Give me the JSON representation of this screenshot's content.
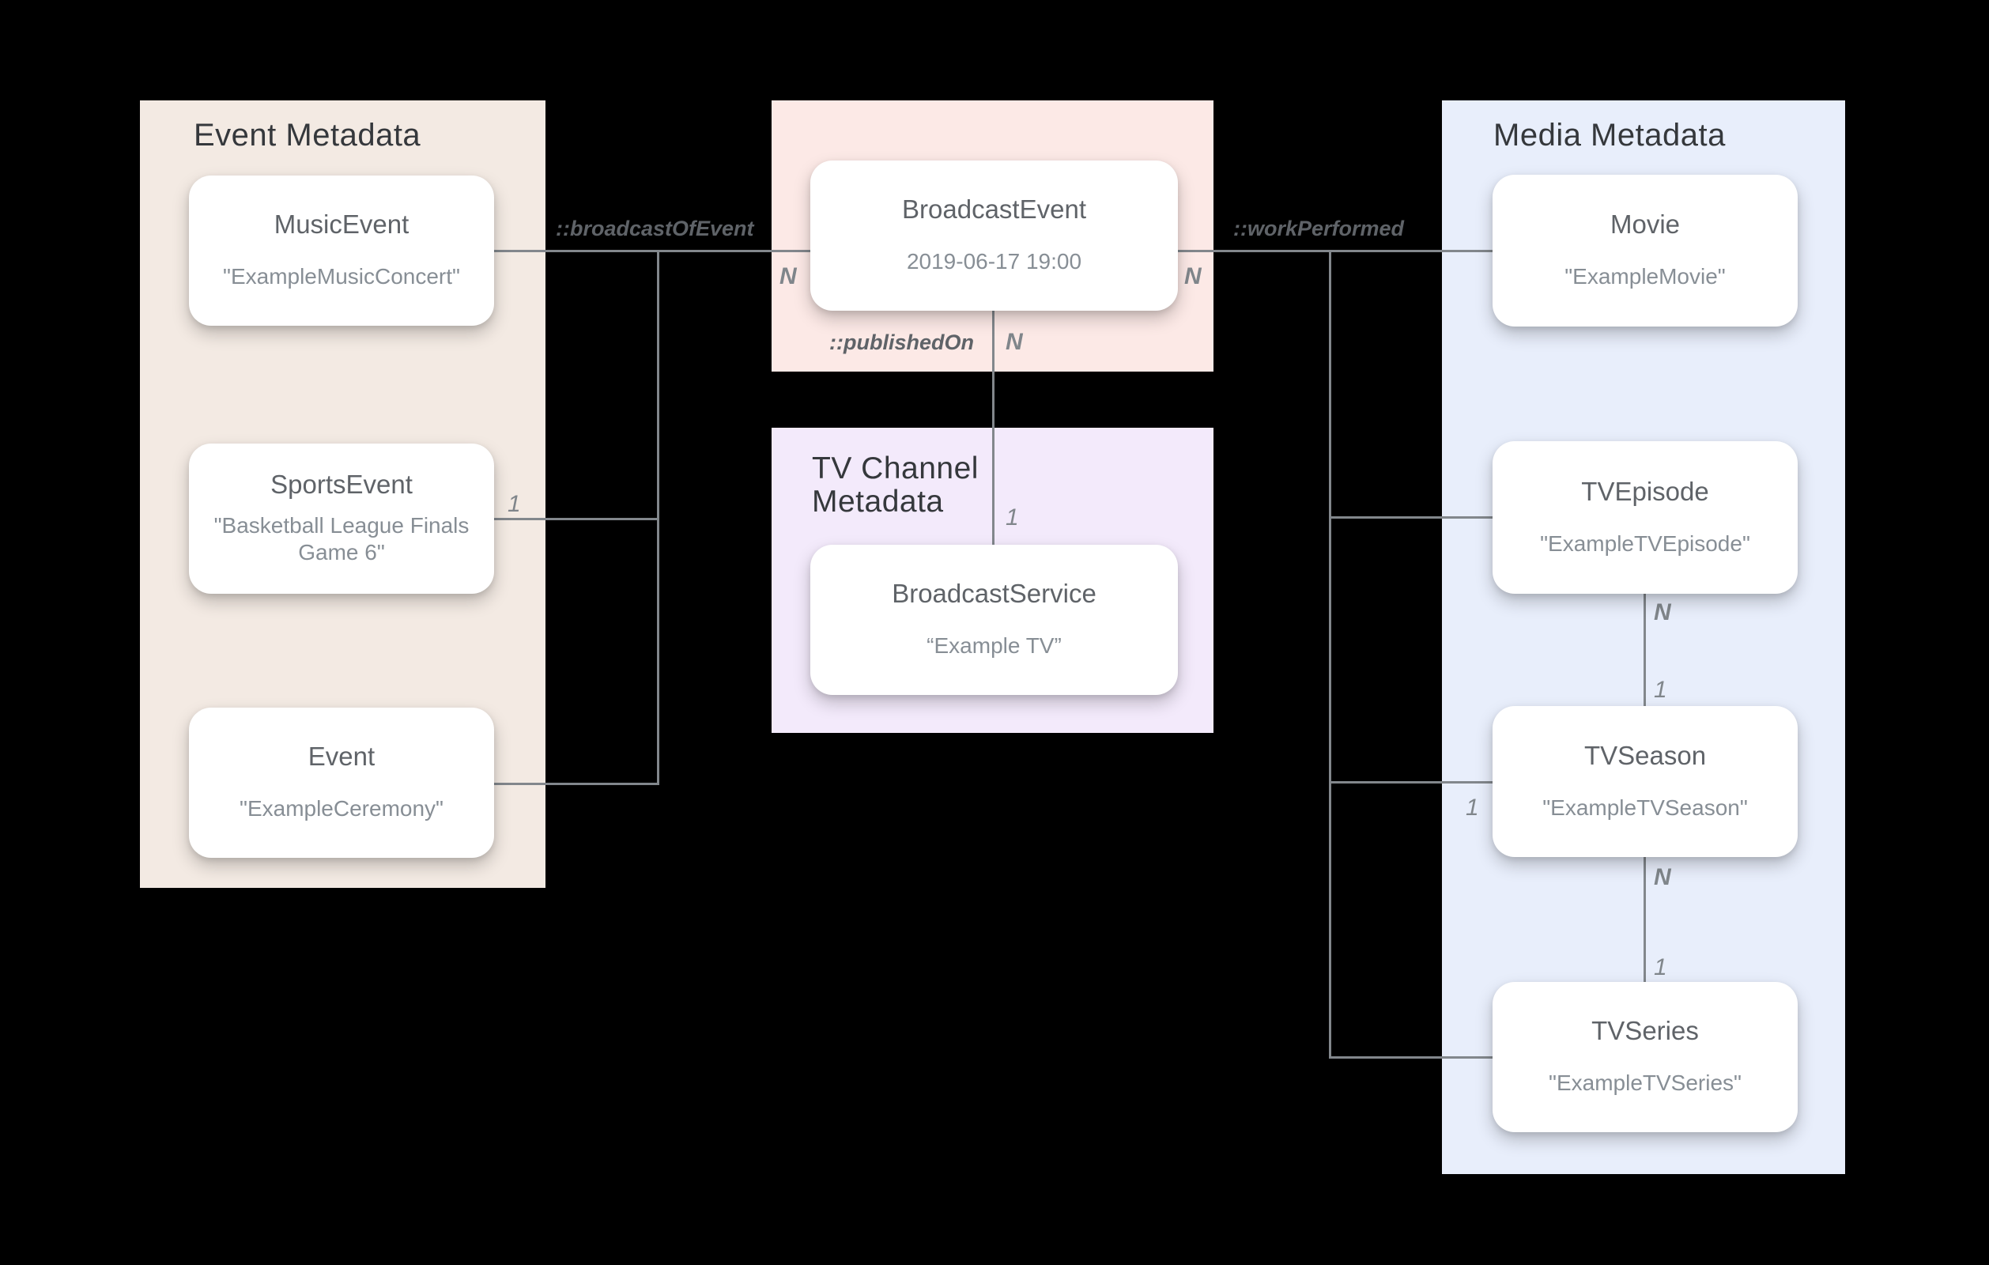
{
  "diagram": {
    "background_color": "#000000",
    "line_color": "#82878c",
    "panel_title_color": "#35383c",
    "card_title_color": "#5f6368",
    "card_subtitle_color": "#878e95",
    "cardinality_color": "#80868b"
  },
  "panels": {
    "event": {
      "title": "Event Metadata",
      "color": "#f3eae3"
    },
    "broadcast": {
      "color": "#fce9e6"
    },
    "tvchannel": {
      "title": "TV Channel Metadata",
      "color": "#f3eafb"
    },
    "media": {
      "title": "Media Metadata",
      "color": "#e8eefb"
    }
  },
  "cards": {
    "music_event": {
      "title": "MusicEvent",
      "instance": "\"ExampleMusicConcert\""
    },
    "sports_event": {
      "title": "SportsEvent",
      "instance": "\"Basketball League Finals Game 6\""
    },
    "event": {
      "title": "Event",
      "instance": "\"ExampleCeremony\""
    },
    "broadcast_event": {
      "title": "BroadcastEvent",
      "instance": "2019-06-17 19:00"
    },
    "broadcast_service": {
      "title": "BroadcastService",
      "instance": "“Example TV”"
    },
    "movie": {
      "title": "Movie",
      "instance": "\"ExampleMovie\""
    },
    "tv_episode": {
      "title": "TVEpisode",
      "instance": "\"ExampleTVEpisode\""
    },
    "tv_season": {
      "title": "TVSeason",
      "instance": "\"ExampleTVSeason\""
    },
    "tv_series": {
      "title": "TVSeries",
      "instance": "\"ExampleTVSeries\""
    }
  },
  "relations": {
    "broadcast_of_event": "::broadcastOfEvent",
    "work_performed": "::workPerformed",
    "published_on": "::publishedOn"
  },
  "cardinalities": {
    "broadcast_left_n": "N",
    "broadcast_right_n": "N",
    "published_n": "N",
    "service_one": "1",
    "sports_one": "1",
    "season_one": "1",
    "episode_season_n": "N",
    "episode_season_one": "1",
    "season_series_n": "N",
    "season_series_one": "1"
  }
}
